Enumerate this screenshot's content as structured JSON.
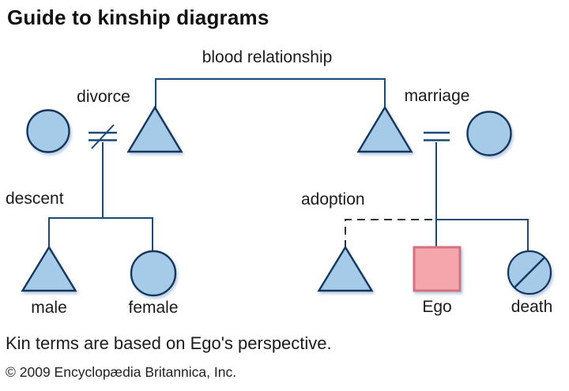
{
  "title": "Guide to kinship diagrams",
  "legend": [
    {
      "symbol": "triangle",
      "label": "male"
    },
    {
      "symbol": "circle",
      "label": "female"
    },
    {
      "symbol": "square",
      "label": "Ego"
    },
    {
      "symbol": "slashed-circle",
      "label": "death"
    },
    {
      "symbol": "equals-sign",
      "label": "marriage"
    },
    {
      "symbol": "struck-equals-sign",
      "label": "divorce"
    },
    {
      "symbol": "dashed-connector",
      "label": "adoption"
    },
    {
      "symbol": "vertical-connector",
      "label": "descent"
    },
    {
      "symbol": "top-bracket",
      "label": "blood relationship"
    }
  ],
  "footer": {
    "note": "Kin terms are based on Ego's perspective.",
    "copyright": "© 2009 Encyclopædia Britannica, Inc."
  },
  "colors": {
    "symbol_fill": "#A5CBE9",
    "symbol_border": "#16365C",
    "connector": "#1A4A7A",
    "ego_fill": "#F5A6AC",
    "ego_border": "#D2737E",
    "adoption_dash": "#28343F",
    "text": "#1A1A1A",
    "background": "#FFFFFF"
  }
}
